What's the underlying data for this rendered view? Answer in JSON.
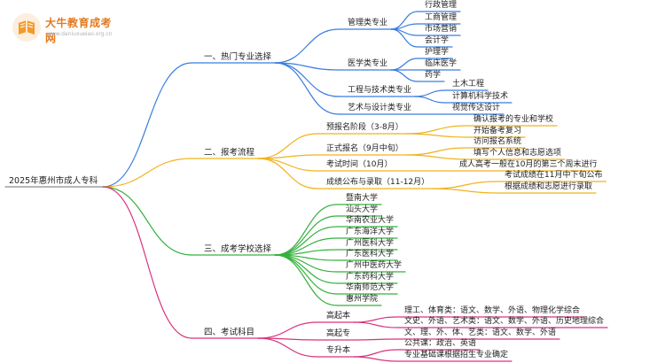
{
  "logo": {
    "title": "大牛教育成考网",
    "url": "www.daniuxueiao.org.cn"
  },
  "colors": {
    "branch1": "#3a7de0",
    "branch2": "#f0b21c",
    "branch3": "#35b13e",
    "branch4": "#d9337d"
  },
  "mindmap": {
    "root": "2025年惠州市成人专科",
    "branches": [
      {
        "label": "一、热门专业选择",
        "children": [
          {
            "label": "管理类专业",
            "children": [
              "行政管理",
              "工商管理",
              "市场营销",
              "会计学"
            ]
          },
          {
            "label": "医学类专业",
            "children": [
              "护理学",
              "临床医学",
              "药学"
            ]
          },
          {
            "label": "工程与技术类专业",
            "children": [
              "土木工程",
              "计算机科学技术"
            ]
          },
          {
            "label": "艺术与设计类专业",
            "children": [
              "视觉传达设计"
            ]
          }
        ]
      },
      {
        "label": "二、报考流程",
        "children": [
          {
            "label": "预报名阶段（3-8月）",
            "children": [
              "确认报考的专业和学校",
              "开始备考复习"
            ]
          },
          {
            "label": "正式报名（9月中旬）",
            "children": [
              "访问报名系统",
              "填写个人信息和志愿选项"
            ]
          },
          {
            "label": "考试时间（10月）",
            "children": [
              "成人高考一般在10月的第三个周末进行"
            ]
          },
          {
            "label": "成绩公布与录取（11-12月）",
            "children": [
              "考试成绩在11月中下旬公布",
              "根据成绩和志愿进行录取"
            ]
          }
        ]
      },
      {
        "label": "三、成考学校选择",
        "children": [
          {
            "label": "暨南大学"
          },
          {
            "label": "汕头大学"
          },
          {
            "label": "华南农业大学"
          },
          {
            "label": "广东海洋大学"
          },
          {
            "label": "广州医科大学"
          },
          {
            "label": "广东医科大学"
          },
          {
            "label": "广州中医药大学"
          },
          {
            "label": "广东药科大学"
          },
          {
            "label": "华南师范大学"
          },
          {
            "label": "惠州学院"
          }
        ]
      },
      {
        "label": "四、考试科目",
        "children": [
          {
            "label": "高起本",
            "children": [
              "理工、体育类：语文、数学、外语、物理化学综合",
              "文史、外语、艺术类：语文、数学、外语、历史地理综合"
            ]
          },
          {
            "label": "高起专",
            "children": [
              "文、理、外、体、艺类：语文、数学、外语"
            ]
          },
          {
            "label": "专升本",
            "children": [
              "公共课：政治、英语",
              "专业基础课根据招生专业确定"
            ]
          }
        ]
      }
    ]
  }
}
